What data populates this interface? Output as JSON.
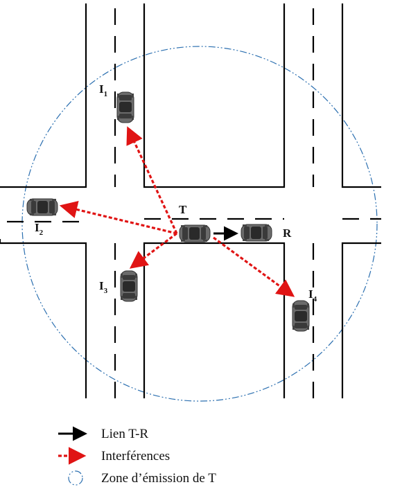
{
  "labels": {
    "transmitter": "T",
    "receiver": "R",
    "interferers": [
      {
        "main": "I",
        "sub": "1"
      },
      {
        "main": "I",
        "sub": "2"
      },
      {
        "main": "I",
        "sub": "3"
      },
      {
        "main": "I",
        "sub": "4"
      }
    ]
  },
  "legend": {
    "link": "Lien T-R",
    "interference": "Interférences",
    "zone": "Zone d’émission de T"
  },
  "colors": {
    "interference": "#e01414",
    "link": "#000000",
    "zone": "#2b6fb0",
    "car": "#6b6b6b"
  }
}
